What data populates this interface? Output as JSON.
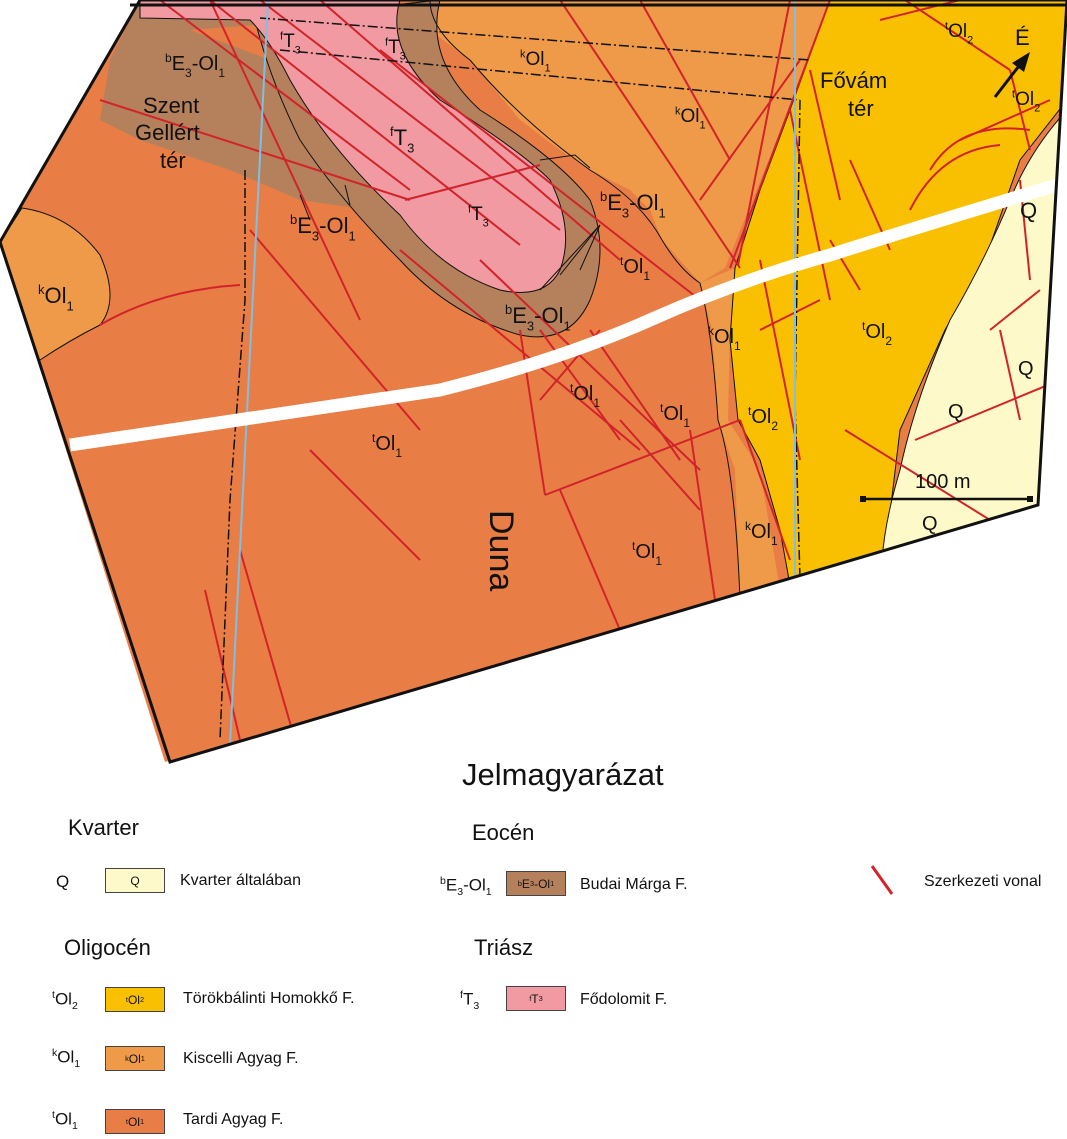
{
  "map": {
    "labels": {
      "szent": "Szent",
      "gellert": "Gellért",
      "ter1": "tér",
      "fovam": "Fővám",
      "ter2": "tér",
      "duna": "Duna",
      "north": "É",
      "scale": "100 m"
    },
    "units": [
      {
        "pre": "b",
        "main": "E",
        "sub": "3",
        "mid": "-Ol",
        "sub2": "1"
      },
      {
        "pre": "f",
        "main": "T",
        "sub": "3"
      },
      {
        "pre": "f",
        "main": "T",
        "sub": "3"
      },
      {
        "pre": "k",
        "main": "Ol",
        "sub": "1"
      },
      {
        "pre": "t",
        "main": "Ol",
        "sub": "2"
      },
      {
        "pre": "t",
        "main": "Ol",
        "sub": "2"
      },
      {
        "pre": "k",
        "main": "Ol",
        "sub": "1"
      },
      {
        "pre": "f",
        "main": "T",
        "sub": "3"
      },
      {
        "pre": "f",
        "main": "T",
        "sub": "3"
      },
      {
        "pre": "b",
        "main": "E",
        "sub": "3",
        "mid": "-Ol",
        "sub2": "1"
      },
      {
        "pre": "b",
        "main": "E",
        "sub": "3",
        "mid": "-Ol",
        "sub2": "1"
      },
      {
        "pre": "t",
        "main": "Ol",
        "sub": "1"
      },
      {
        "pre": "b",
        "main": "E",
        "sub": "3",
        "mid": "-Ol",
        "sub2": "1"
      },
      {
        "pre": "k",
        "main": "Ol",
        "sub": "1"
      },
      {
        "pre": "k",
        "main": "Ol",
        "sub": "1"
      },
      {
        "pre": "t",
        "main": "Ol",
        "sub": "2"
      },
      {
        "pre": "t",
        "main": "Ol",
        "sub": "1"
      },
      {
        "pre": "t",
        "main": "Ol",
        "sub": "1"
      },
      {
        "pre": "t",
        "main": "Ol",
        "sub": "1"
      },
      {
        "pre": "t",
        "main": "Ol",
        "sub": "2"
      },
      {
        "pre": "k",
        "main": "Ol",
        "sub": "1"
      },
      {
        "pre": "t",
        "main": "Ol",
        "sub": "1"
      },
      {
        "plain": "Q"
      },
      {
        "plain": "Q"
      },
      {
        "plain": "Q"
      },
      {
        "plain": "Q"
      }
    ]
  },
  "legend": {
    "title": "Jelmagyarázat",
    "sections": {
      "kvarter": "Kvarter",
      "oligocen": "Oligocén",
      "eocen": "Eocén",
      "triasz": "Triász"
    },
    "items": [
      {
        "key": "q",
        "sym": {
          "plain": "Q"
        },
        "box": {
          "plain": "Q"
        },
        "color": "#fdf9c8",
        "label": "Kvarter általában"
      },
      {
        "key": "tol2",
        "sym": {
          "pre": "t",
          "main": "Ol",
          "sub": "2"
        },
        "box": {
          "pre": "t",
          "main": "Ol",
          "sub": "2"
        },
        "color": "#f8c000",
        "label": "Törökbálinti Homokkő F."
      },
      {
        "key": "kol1",
        "sym": {
          "pre": "k",
          "main": "Ol",
          "sub": "1"
        },
        "box": {
          "pre": "k",
          "main": "Ol",
          "sub": "1"
        },
        "color": "#ee9a48",
        "label": "Kiscelli Agyag F."
      },
      {
        "key": "tol1",
        "sym": {
          "pre": "t",
          "main": "Ol",
          "sub": "1"
        },
        "box": {
          "pre": "t",
          "main": "Ol",
          "sub": "1"
        },
        "color": "#e87e45",
        "label": "Tardi Agyag F."
      },
      {
        "key": "be3",
        "sym": {
          "pre": "b",
          "main": "E",
          "sub": "3",
          "mid": "-Ol",
          "sub2": "1"
        },
        "box": {
          "pre": "b",
          "main": "E",
          "sub": "3",
          "mid": "-Ol",
          "sub2": "1"
        },
        "color": "#b5805c",
        "label": "Budai Márga F."
      },
      {
        "key": "ft3",
        "sym": {
          "pre": "f",
          "main": "T",
          "sub": "3"
        },
        "box": {
          "pre": "f",
          "main": "T",
          "sub": "3"
        },
        "color": "#f19aa1",
        "label": "Fődolomit F."
      }
    ],
    "structural": {
      "label": "Szerkezeti vonal",
      "color": "#d2232a"
    }
  },
  "colors": {
    "fault": "#d2232a",
    "outline": "#111111",
    "road": "#ffffff",
    "blue_line": "#7fbfe6"
  }
}
